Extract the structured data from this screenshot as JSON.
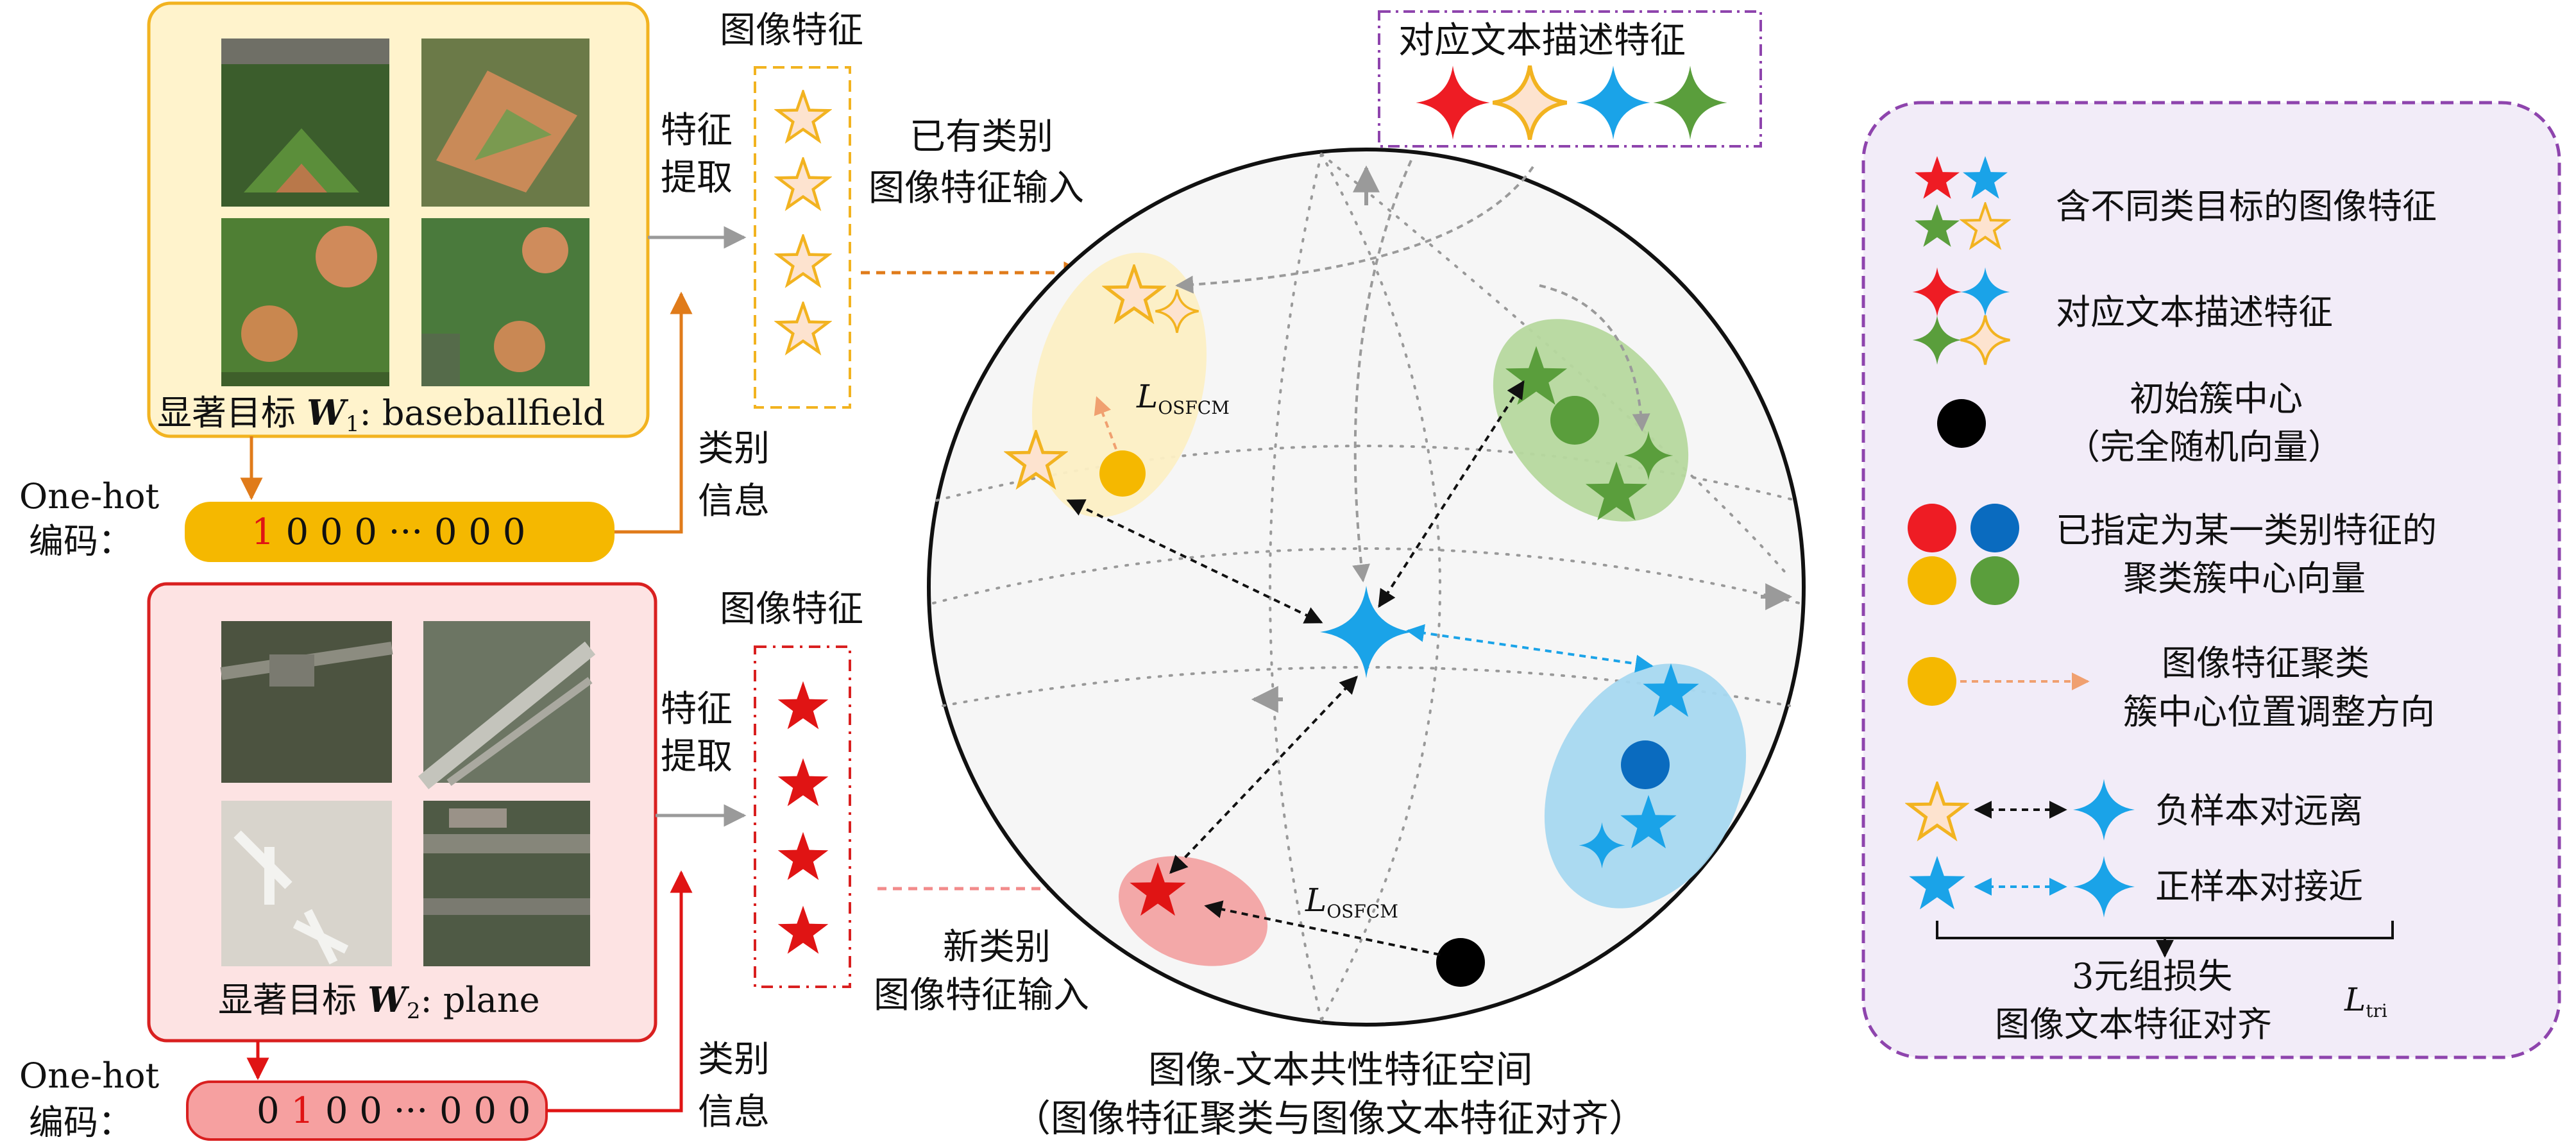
{
  "colors": {
    "red": "#ee1c24",
    "blue": "#1aa3e8",
    "green": "#5a9e3c",
    "orange": "#f5a623",
    "dark_orange": "#e07b1a",
    "purple": "#8e44ad",
    "gray": "#9a9a9a",
    "baseball_panel_fill": "#fff3cc",
    "plane_panel_fill": "#fde3e3"
  },
  "labels": {
    "image_features_top": "图像特征",
    "image_features_bottom": "图像特征",
    "feature_extract": "特征提取",
    "class_info": "类别信息",
    "onehot_line1": "One-hot",
    "onehot_line2": "编码：",
    "existing_input_line1": "已有类别",
    "existing_input_line2": "图像特征输入",
    "new_input_line1": "新类别",
    "new_input_line2": "图像特征输入",
    "text_desc_title": "对应文本描述特征",
    "loss_osfcm": "L",
    "loss_osfcm_sub": "OSFCM",
    "loss_tri": "L",
    "loss_tri_sub": "tri",
    "space_title_line1": "图像-文本共性特征空间",
    "space_title_line2": "（图像特征聚类与图像文本特征对齐）"
  },
  "baseball": {
    "caption_prefix": "显著目标 ",
    "caption_var": "W",
    "caption_sub": "1",
    "caption_suffix": ": baseballfield",
    "onehot_first": "1",
    "onehot_rest": " 0 0 0 ··· 0 0 0"
  },
  "plane": {
    "caption_prefix": "显著目标 ",
    "caption_var": "W",
    "caption_sub": "2",
    "caption_suffix": ": plane",
    "onehot_prefix": "0 ",
    "onehot_highlight": "1",
    "onehot_rest": " 0 0 ··· 0 0 0"
  },
  "legend": {
    "item1": "含不同类目标的图像特征",
    "item2": "对应文本描述特征",
    "item3_line1": "初始簇中心",
    "item3_line2": "（完全随机向量）",
    "item4_line1": "已指定为某一类别特征的",
    "item4_line2": "聚类簇中心向量",
    "item5_line1": "图像特征聚类",
    "item5_line2": "簇中心位置调整方向",
    "item6": "负样本对远离",
    "item7": "正样本对接近",
    "triplet_line1": "3元组损失",
    "triplet_line2": "图像文本特征对齐"
  }
}
